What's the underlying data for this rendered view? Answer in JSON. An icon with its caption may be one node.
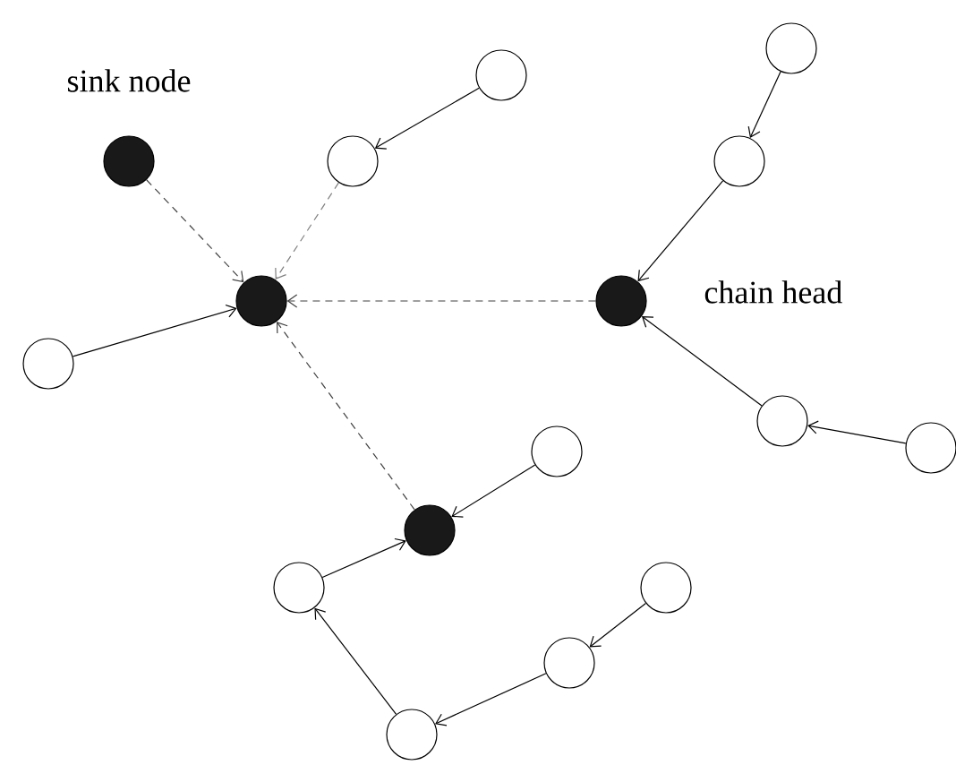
{
  "diagram": {
    "nodes": [
      {
        "text": [],
        "shape": "dot",
        "beside": [
          "sink node"
        ]
      },
      {
        "text": [],
        "shape": "circle"
      },
      {
        "text": [],
        "shape": "circle"
      },
      {
        "text": [],
        "shape": "dot"
      },
      {
        "text": [],
        "shape": "circle"
      },
      {
        "text": [],
        "shape": "circle"
      },
      {
        "text": [],
        "shape": "circle"
      },
      {
        "text": [],
        "shape": "dot",
        "beside": [
          "chain head"
        ]
      },
      {
        "text": [],
        "shape": "circle"
      },
      {
        "text": [],
        "shape": "circle"
      },
      {
        "text": [],
        "shape": "dot"
      },
      {
        "text": [],
        "shape": "circle"
      },
      {
        "text": [],
        "shape": "circle"
      },
      {
        "text": [],
        "shape": "circle"
      },
      {
        "text": [],
        "shape": "circle"
      },
      {
        "text": [],
        "shape": "circle"
      }
    ],
    "edges": [
      {
        "from": 0,
        "to": 3,
        "arrow": "to",
        "style": "dashed"
      },
      {
        "from": 1,
        "to": 2,
        "arrow": "to"
      },
      {
        "from": 2,
        "to": 3,
        "arrow": "to",
        "style": "dashed",
        "color": "#808080"
      },
      {
        "from": 4,
        "to": 3,
        "arrow": "to"
      },
      {
        "from": 7,
        "to": 3,
        "arrow": "to",
        "style": "dashed"
      },
      {
        "from": 10,
        "to": 3,
        "arrow": "to",
        "style": "dashed"
      },
      {
        "from": 5,
        "to": 6,
        "arrow": "to"
      },
      {
        "from": 6,
        "to": 7,
        "arrow": "to"
      },
      {
        "from": 8,
        "to": 7,
        "arrow": "to"
      },
      {
        "from": 9,
        "to": 8,
        "arrow": "to"
      },
      {
        "from": 11,
        "to": 10,
        "arrow": "to"
      },
      {
        "from": 12,
        "to": 10,
        "arrow": "to"
      },
      {
        "from": 15,
        "to": 12,
        "arrow": "to"
      },
      {
        "from": 14,
        "to": 15,
        "arrow": "to"
      },
      {
        "from": 13,
        "to": 14,
        "arrow": "to"
      }
    ]
  }
}
